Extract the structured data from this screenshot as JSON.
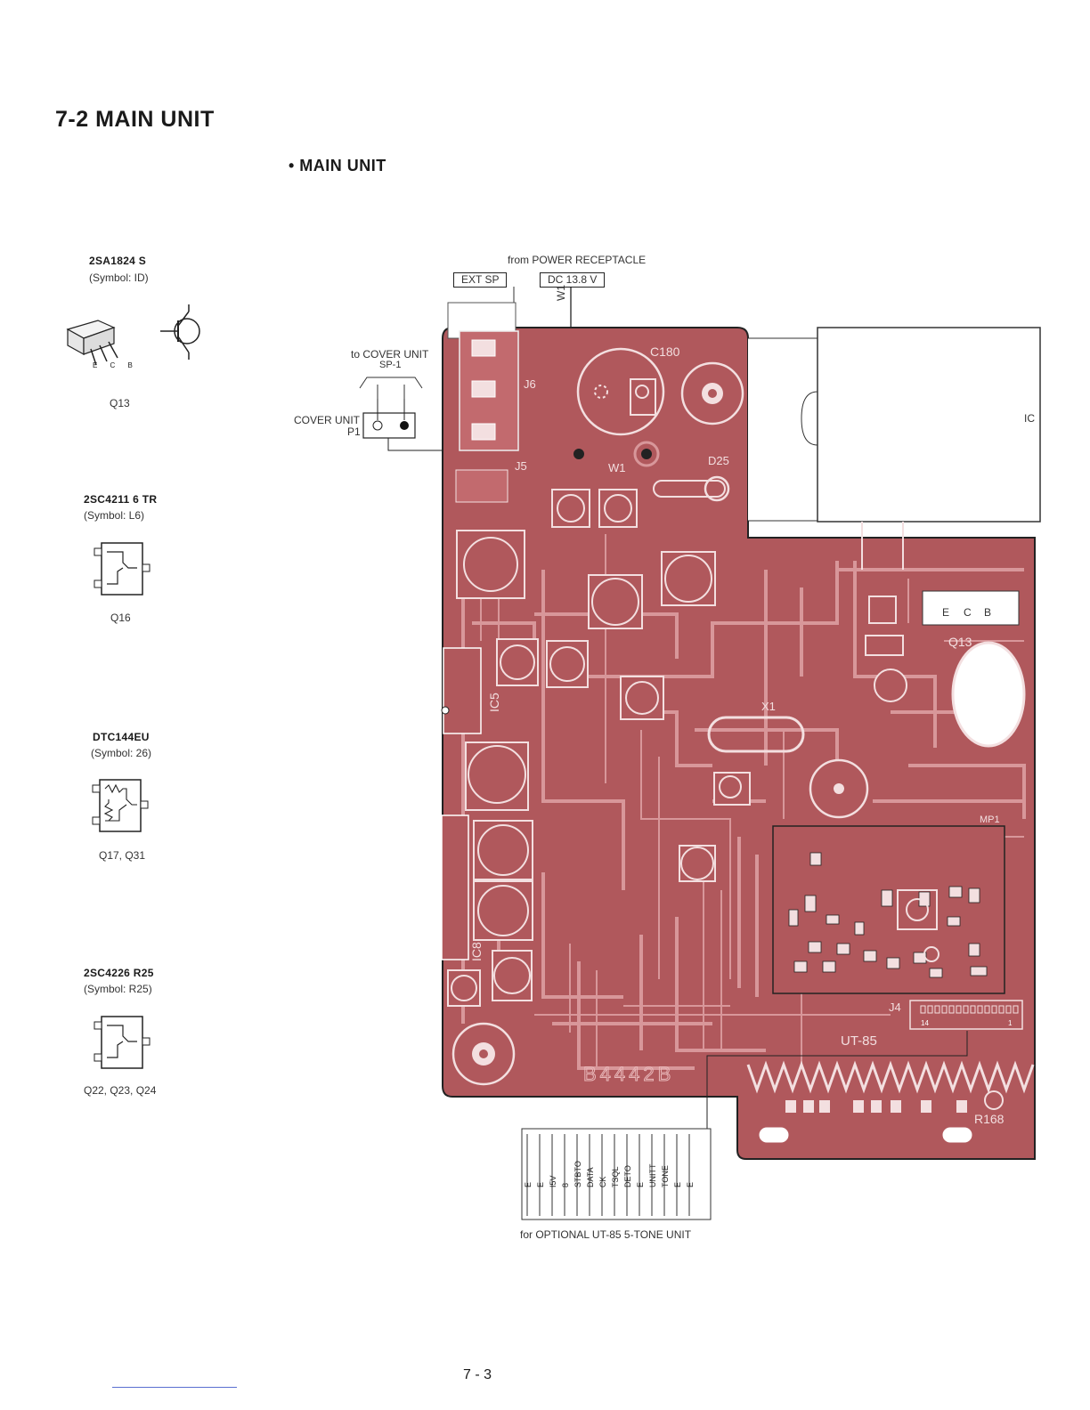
{
  "section_title": "7-2 MAIN UNIT",
  "subtitle": "• MAIN UNIT",
  "parts": [
    {
      "name": "2SA1824 S",
      "symbol": "(Symbol: ID)",
      "refs": "Q13",
      "pins": "E C B"
    },
    {
      "name": "2SC4211 6 TR",
      "symbol": "(Symbol: L6)",
      "refs": "Q16"
    },
    {
      "name": "DTC144EU",
      "symbol": "(Symbol: 26)",
      "refs": "Q17, Q31"
    },
    {
      "name": "2SC4226 R25",
      "symbol": "(Symbol: R25)",
      "refs": "Q22, Q23, Q24"
    }
  ],
  "annotations": {
    "power_source": "from POWER RECEPTACLE",
    "ext_sp": "EXT SP",
    "dc": "DC 13.8 V",
    "w1_vertical": "W1",
    "to_cover_unit": "to COVER UNIT",
    "sp1": "SP-1",
    "cover_unit": "COVER UNIT",
    "p1": "P1",
    "optional_unit": "for OPTIONAL UT-85 5-TONE UNIT"
  },
  "board_labels": {
    "c180": "C180",
    "j6": "J6",
    "j5": "J5",
    "w1": "W1",
    "d25": "D25",
    "ic": "IC",
    "q13": "Q13",
    "ecb": [
      "E",
      "C",
      "B"
    ],
    "ic5": "IC5",
    "x1": "X1",
    "mp1": "MP1",
    "j4": "J4",
    "ut85": "UT-85",
    "board_id": "B4442B",
    "r168": "R168",
    "ic8": "IC8",
    "pin14": "14",
    "pin1": "1"
  },
  "connector_pins": [
    "E",
    "E",
    "I5V",
    "8",
    "STBTO",
    "DATA",
    "CK",
    "TSQL",
    "DETO",
    "E",
    "UNITT",
    "TONE",
    "E",
    "E"
  ],
  "page_number": "7 - 3",
  "colors": {
    "board": "#b0585c",
    "trace": "#d8979a",
    "pad": "#f3dfe0",
    "outline": "#333333"
  }
}
